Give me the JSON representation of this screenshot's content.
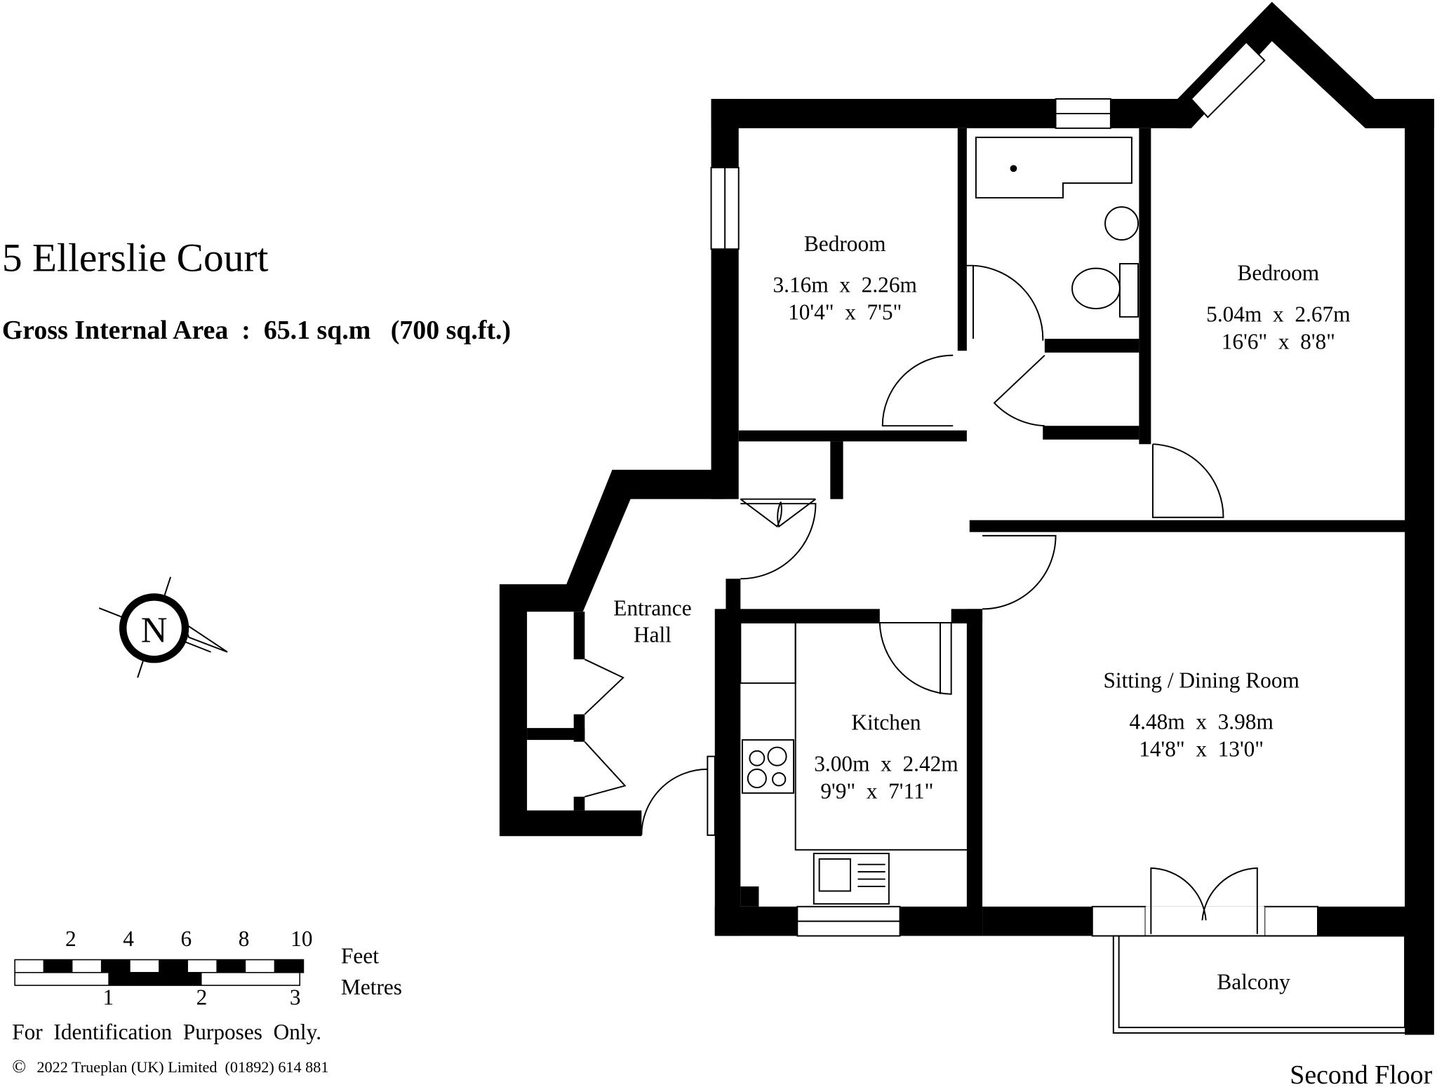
{
  "header": {
    "title": "5 Ellerslie Court",
    "gross_area": "Gross Internal Area  :  65.1 sq.m   (700 sq.ft.)"
  },
  "rooms": [
    {
      "name": "Bedroom",
      "metric": "3.16m  x  2.26m",
      "imperial": "10'4\"  x  7'5\""
    },
    {
      "name": "Bedroom",
      "metric": "5.04m  x  2.67m",
      "imperial": "16'6\"  x  8'8\""
    },
    {
      "name_line1": "Entrance",
      "name_line2": "Hall"
    },
    {
      "name": "Kitchen",
      "metric": "3.00m  x  2.42m",
      "imperial": "9'9\"  x  7'11\""
    },
    {
      "name": "Sitting / Dining Room",
      "metric": "4.48m  x  3.98m",
      "imperial": "14'8\"  x  13'0\""
    },
    {
      "name": "Balcony"
    }
  ],
  "compass": {
    "label": "N"
  },
  "scale": {
    "feet_ticks": [
      "2",
      "4",
      "6",
      "8",
      "10"
    ],
    "metre_ticks": [
      "1",
      "2",
      "3"
    ],
    "feet_label": "Feet",
    "metres_label": "Metres"
  },
  "footer": {
    "disclaimer": "For  Identification  Purposes  Only.",
    "copyright_symbol": "©",
    "copyright": "2022 Trueplan (UK) Limited  (01892) 614 881",
    "floor": "Second Floor"
  }
}
